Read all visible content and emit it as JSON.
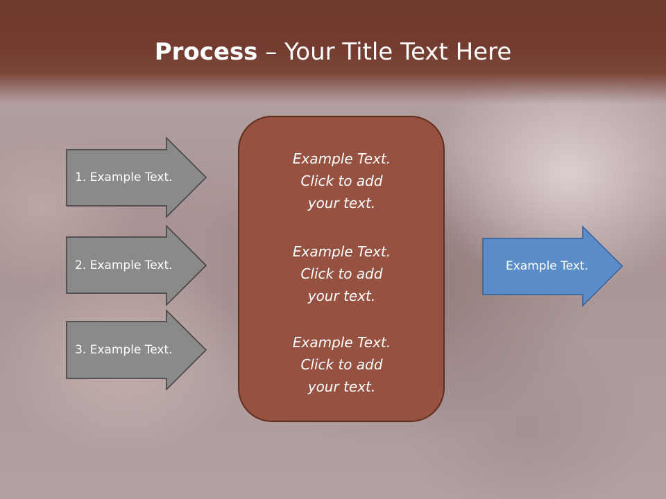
{
  "slide": {
    "title_bold": "Process",
    "title_rest": " – Your Title Text Here"
  },
  "left_arrows": [
    {
      "label": "1. Example Text."
    },
    {
      "label": "2. Example Text."
    },
    {
      "label": "3. Example Text."
    }
  ],
  "center_box": {
    "blocks": [
      {
        "lines": [
          "Example Text.",
          "Click  to add",
          "your text."
        ]
      },
      {
        "lines": [
          "Example Text.",
          "Click  to add",
          "your text."
        ]
      },
      {
        "lines": [
          "Example Text.",
          "Click  to add",
          "your text."
        ]
      }
    ]
  },
  "right_arrow": {
    "label": "Example Text."
  },
  "colors": {
    "header": "#743b30",
    "center_box_fill": "#975140",
    "center_box_border": "#5e2d22",
    "left_arrow_fill": "#8a8a8a",
    "left_arrow_border": "#3c3c3c",
    "right_arrow_fill": "#5b8ec9",
    "right_arrow_border": "#2f5f95"
  }
}
